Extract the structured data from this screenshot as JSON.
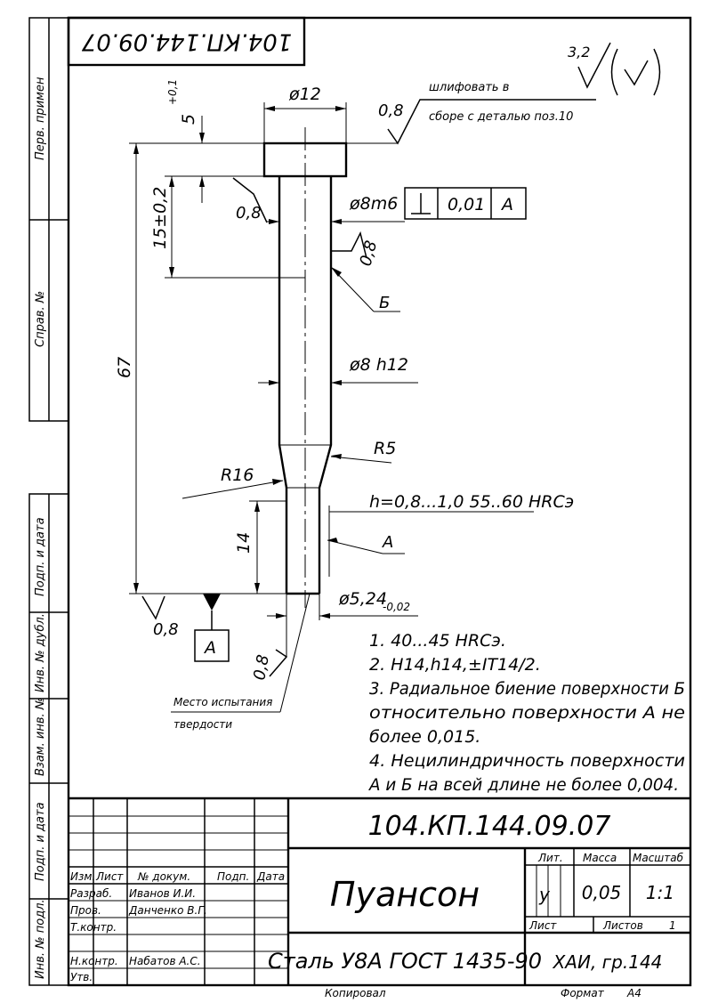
{
  "doc_code": "104.КП.144.09.07",
  "doc_code_rotated": "104.КП.144.09.07",
  "roughness_general": {
    "value": "3,2"
  },
  "side_labels": {
    "perv_primen": "Перв. примен",
    "sprav_no": "Справ. №",
    "podp_data_1": "Подп. и дата",
    "inv_dubl": "Инв. № дубл.",
    "vzam_inv": "Взам. инв. №",
    "podp_data_2": "Подп. и дата",
    "inv_podl": "Инв. № подл."
  },
  "dimensions": {
    "dia_head": "ø12",
    "head_height": "5",
    "head_height_tol": "+0,1",
    "len_15": "15±0,2",
    "len_67": "67",
    "len_14": "14",
    "dia_8m6": "ø8m6",
    "dia_8h12": "ø8 h12",
    "dia_524": "ø5,24",
    "dia_524_tol": "-0,02",
    "r16": "R16",
    "r5": "R5",
    "hardening": "h=0,8...1,0 55..60 HRCэ"
  },
  "roughness": {
    "top": "0,8",
    "head_under": "0,8",
    "shank": "0,8",
    "bottom": "0,8",
    "tip": "0,8"
  },
  "grinding_note": {
    "line1": "шлифовать в",
    "line2": "сборе с деталью поз.10"
  },
  "tolerance_frame": {
    "value": "0,01",
    "datum": "А"
  },
  "surface_labels": {
    "b": "Б",
    "a": "А"
  },
  "datum_a": "А",
  "hardness_test_note": {
    "line1": "Место испытания",
    "line2": "твердости"
  },
  "tech_notes": [
    "1. 40...45 HRCэ.",
    "2. H14,h14,±IT14/2.",
    "3. Радиальное биение поверхности Б",
    "относительно поверхности А не",
    "более 0,015.",
    "4. Нецилиндричность поверхности",
    "А и Б на всей длине не более 0,004."
  ],
  "title_block": {
    "code": "104.КП.144.09.07",
    "name": "Пуансон",
    "material": "Сталь У8А ГОСТ 1435-90",
    "org": "ХАИ, гр.144",
    "col_headers": [
      "Изм.",
      "Лист",
      "№ докум.",
      "Подп.",
      "Дата"
    ],
    "rows": [
      {
        "role": "Разраб.",
        "person": "Иванов И.И."
      },
      {
        "role": "Пров.",
        "person": "Данченко В.Г."
      },
      {
        "role": "Т.контр.",
        "person": ""
      },
      {
        "role": "",
        "person": ""
      },
      {
        "role": "Н.контр.",
        "person": "Набатов А.С."
      },
      {
        "role": "Утв.",
        "person": ""
      }
    ],
    "lit_label": "Лит.",
    "mass_label": "Масса",
    "scale_label": "Масштаб",
    "lit_value": "у",
    "mass_value": "0,05",
    "scale_value": "1:1",
    "sheet_label": "Лист",
    "sheets_label": "Листов",
    "sheets_value": "1"
  },
  "footer": {
    "copied": "Копировал",
    "format_label": "Формат",
    "format_value": "А4"
  }
}
